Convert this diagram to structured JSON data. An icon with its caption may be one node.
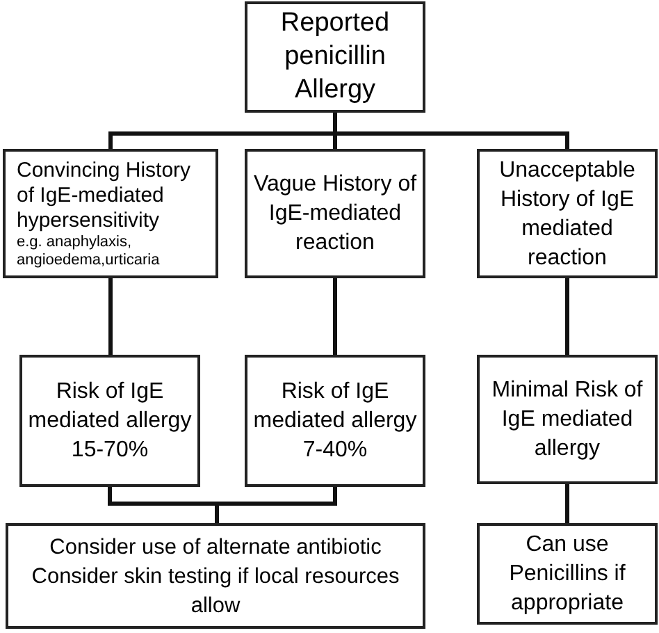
{
  "diagram": {
    "nodes": [
      {
        "text": [
          "Reported penicillin Allergy"
        ]
      },
      {
        "text": [
          "Convincing History of IgE-mediated hypersensitivity",
          "e.g. anaphylaxis, angioedema,urticaria"
        ]
      },
      {
        "text": [
          "Vague History of IgE-mediated reaction"
        ]
      },
      {
        "text": [
          "Unacceptable History of IgE mediated reaction"
        ]
      },
      {
        "text": [
          "Risk of IgE mediated allergy 15-70%"
        ]
      },
      {
        "text": [
          "Risk of IgE mediated allergy 7-40%"
        ]
      },
      {
        "text": [
          "Minimal Risk of IgE mediated allergy"
        ]
      },
      {
        "text": [
          "Consider use of alternate antibiotic",
          "Consider skin testing if local resources allow"
        ]
      },
      {
        "text": [
          "Can use Penicillins if appropriate"
        ]
      }
    ],
    "edges": [
      {
        "from": 0,
        "to": 1,
        "arrow": "none"
      },
      {
        "from": 0,
        "to": 2,
        "arrow": "none"
      },
      {
        "from": 0,
        "to": 3,
        "arrow": "none"
      },
      {
        "from": 1,
        "to": 4,
        "arrow": "none"
      },
      {
        "from": 2,
        "to": 5,
        "arrow": "none"
      },
      {
        "from": 3,
        "to": 6,
        "arrow": "none"
      },
      {
        "from": 4,
        "to": 7,
        "arrow": "none"
      },
      {
        "from": 5,
        "to": 7,
        "arrow": "none"
      },
      {
        "from": 6,
        "to": 8,
        "arrow": "none"
      }
    ]
  }
}
